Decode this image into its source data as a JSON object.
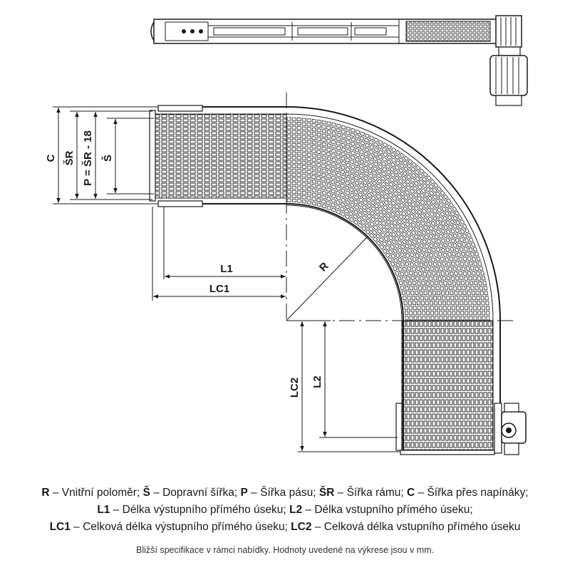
{
  "dimensions": {
    "C": "C",
    "SR": "ŠR",
    "P": "P = ŠR - 18",
    "S": "Š",
    "L1": "L1",
    "LC1": "LC1",
    "R": "R",
    "L2": "L2",
    "LC2": "LC2"
  },
  "legend": {
    "line1": [
      {
        "key": "R",
        "text": " – Vnitřní poloměr; "
      },
      {
        "key": "Š",
        "text": " – Dopravní šířka; "
      },
      {
        "key": "P",
        "text": " – Šířka pásu; "
      },
      {
        "key": "ŠR",
        "text": " – Šířka rámu; "
      },
      {
        "key": "C",
        "text": " – Šířka přes napínáky;"
      }
    ],
    "line2": [
      {
        "key": "L1",
        "text": " – Délka výstupního přímého úseku; "
      },
      {
        "key": "L2",
        "text": " – Délka vstupního přímého úseku;"
      }
    ],
    "line3": [
      {
        "key": "LC1",
        "text": " – Celková délka výstupního přímého úseku; "
      },
      {
        "key": "LC2",
        "text": " – Celková délka vstupního přímého úseku"
      }
    ]
  },
  "note": "Bližší specifikace v rámci nabídky. Hodnoty uvedené na výkrese jsou v mm.",
  "colors": {
    "line": "#1a1a1a",
    "mesh": "#2a2a2a",
    "hatch": "#555555"
  }
}
